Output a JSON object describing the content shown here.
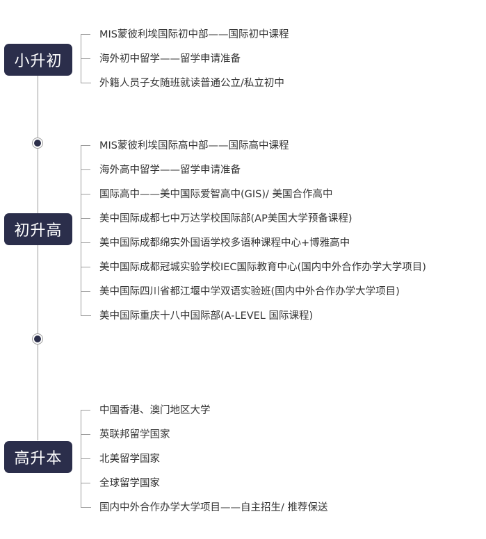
{
  "stages": [
    {
      "title": "小升初",
      "items": [
        "MIS蒙彼利埃国际初中部——国际初中课程",
        "海外初中留学——留学申请准备",
        "外籍人员子女随班就读普通公立/私立初中"
      ]
    },
    {
      "title": "初升高",
      "items": [
        "MIS蒙彼利埃国际高中部——国际高中课程",
        "海外高中留学——留学申请准备",
        "国际高中——美中国际爱智高中(GIS)/ 美国合作高中",
        "美中国际成都七中万达学校国际部(AP美国大学预备课程)",
        "美中国际成都绵实外国语学校多语种课程中心+博雅高中",
        "美中国际成都冠城实验学校IEC国际教育中心(国内中外合作办学大学项目)",
        "美中国际四川省都江堰中学双语实验班(国内中外合作办学大学项目)",
        "美中国际重庆十八中国际部(A-LEVEL 国际课程)"
      ]
    },
    {
      "title": "高升本",
      "items": [
        "中国香港、澳门地区大学",
        "英联邦留学国家",
        "北美留学国家",
        "全球留学国家",
        "国内中外合作办学大学项目——自主招生/ 推荐保送"
      ]
    }
  ]
}
